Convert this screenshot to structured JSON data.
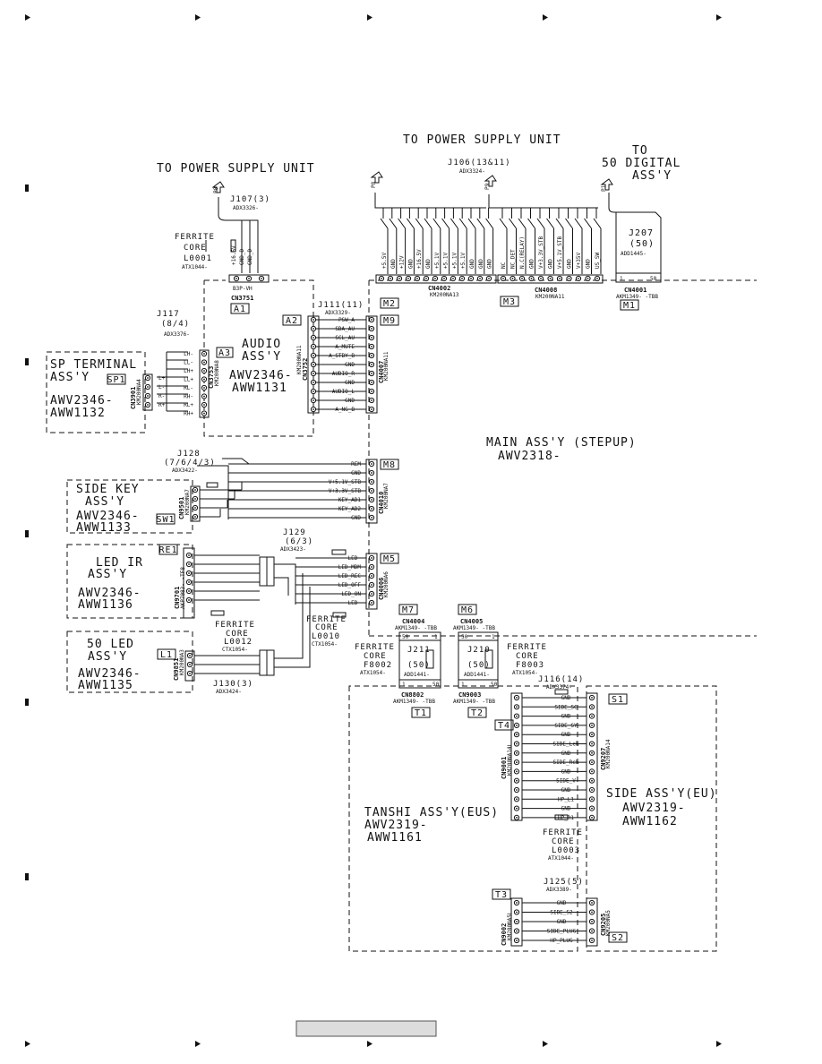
{
  "header": {
    "to_power_supply_1": "TO POWER SUPPLY UNIT",
    "to_power_supply_2": "TO POWER SUPPLY UNIT",
    "to_digital_1": "TO",
    "to_digital_2": "50 DIGITAL",
    "to_digital_3": "ASS'Y"
  },
  "cables": {
    "j107": "J107(3)",
    "j107_part": "ADX3326-",
    "j106": "J106(13&11)",
    "j106_part": "ADX3324-",
    "j207": "J207",
    "j207_n": "(50)",
    "j207_part": "ADD1445-",
    "j111": "J111(11)",
    "j111_part": "ADX3329-",
    "j117": "J117",
    "j117_n": "(8/4)",
    "j117_part": "ADX3376-",
    "j128": "J128",
    "j128_n": "(7/6/4/3)",
    "j128_part": "ADX3422-",
    "j129": "J129",
    "j129_n": "(6/3)",
    "j129_part": "ADX3423-",
    "j130": "J130(3)",
    "j130_part": "ADX3424-",
    "j211": "J211",
    "j211_n": "(50)",
    "j211_part": "ADD1441-",
    "j210": "J210",
    "j210_n": "(50)",
    "j210_part": "ADD1441-",
    "j116": "J116(14)",
    "j116_part": "ADX3374-",
    "j125": "J125(5)",
    "j125_part": "ADX3389-"
  },
  "ferrites": {
    "l0001": [
      "FERRITE",
      "CORE",
      "L0001",
      "ATX1044-"
    ],
    "l0012": [
      "FERRITE",
      "CORE",
      "L0012",
      "CTX1054-"
    ],
    "l0010": [
      "FERRITE",
      "CORE",
      "L0010",
      "CTX1054-"
    ],
    "f8002": [
      "FERRITE",
      "CORE",
      "F8002",
      "ATX1054-"
    ],
    "f8003": [
      "FERRITE",
      "CORE",
      "F8003",
      "ATX1054-"
    ],
    "l0003": [
      "FERRITE",
      "CORE",
      "L0003",
      "ATX1044-"
    ]
  },
  "connectors": {
    "cn3751": "CN3751",
    "cn3751_type": "B3P-VH",
    "cn4002": "CN4002",
    "cn4002_type": "KM200NA13",
    "cn4008": "CN4008",
    "cn4008_type": "KM200NA11",
    "cn4001": "CN4001",
    "cn4001_type": "AKM1349- -TBB",
    "cn3752": "CN3752",
    "cn3752_type": "KM200NA11",
    "cn4007": "CN4007",
    "cn4007_type": "KM200NA11",
    "cn3753": "CN3753",
    "cn3753_type": "KM200NA8",
    "cn3901": "CN3901",
    "cn3901_type": "KM200NA4",
    "cn9501": "CN9501",
    "cn9501_type": "KM200NA7",
    "cn4010": "CN4010",
    "cn4010_type": "KM200NA7",
    "cn9701": "CN9701",
    "cn9701_type": "AKP7083- -TF8",
    "cn4006": "CN4006",
    "cn4006_type": "KM200NA6",
    "cn9851": "CN9851",
    "cn9851_type": "KM200NA3",
    "cn4004": "CN4004",
    "cn4004_type": "AKM1349- -TBB",
    "cn4005": "CN4005",
    "cn4005_type": "AKM1349- -TBB",
    "cn8802": "CN8802",
    "cn8802_type": "AKM1349- -TBB",
    "cn9003": "CN9003",
    "cn9003_type": "AKM1349- -TBB",
    "cn9001": "CN9001",
    "cn9001_type": "KM200NA14L",
    "cn9207": "CN9207",
    "cn9207_type": "KM200NA14",
    "cn9002": "CN9002",
    "cn9002_type": "KM200NA5L",
    "cn9205": "CN9205",
    "cn9205_type": "KM200NA5"
  },
  "tags": {
    "a1": "A1",
    "a2": "A2",
    "a3": "A3",
    "m1": "M1",
    "m2": "M2",
    "m3": "M3",
    "m5": "M5",
    "m6": "M6",
    "m7": "M7",
    "m8": "M8",
    "m9": "M9",
    "sp1": "SP1",
    "sw1": "SW1",
    "re1": "RE1",
    "l1": "L1",
    "t1": "T1",
    "t2": "T2",
    "t3": "T3",
    "t4": "T4",
    "s1": "S1",
    "s2": "S2"
  },
  "assemblies": {
    "audio": [
      "AUDIO",
      "ASS'Y",
      "AWV2346-",
      "AWW1131"
    ],
    "sp_terminal": [
      "SP TERMINAL",
      "ASS'Y",
      "AWV2346-",
      "AWW1132"
    ],
    "side_key": [
      "SIDE KEY",
      "ASS'Y",
      "AWV2346-",
      "AWW1133"
    ],
    "led_ir": [
      "LED IR",
      "ASS'Y",
      "AWV2346-",
      "AWW1136"
    ],
    "led50": [
      "50 LED",
      "ASS'Y",
      "AWV2346-",
      "AWW1135"
    ],
    "main": [
      "MAIN ASS'Y (STEPUP)",
      "AWV2318-"
    ],
    "tanshi": [
      "TANSHI ASS'Y(EUS)",
      "AWV2319-",
      "AWW1161"
    ],
    "side": [
      "SIDE ASS'Y(EU)",
      "AWV2319-",
      "AWW1162"
    ]
  },
  "signals": {
    "j107": [
      "+16.5V",
      "GND_D",
      "GND_D"
    ],
    "cn4002": [
      "+5.5V",
      "GND",
      "+12V",
      "GND",
      "+16.5V",
      "GND",
      "+5.1V",
      "+5.1V",
      "+5.1V",
      "+5.1V",
      "GND",
      "GND",
      "GND"
    ],
    "cn4008": [
      "NC",
      "NC_DET",
      "N.C(RELAY)",
      "GND",
      "V+3.3V_STB",
      "GND",
      "V+5.1V_STB",
      "GND",
      "V+35V",
      "GND",
      "US_SW"
    ],
    "j111": [
      "PSW_A",
      "SDA_AU",
      "SCL_AU",
      "A_MUTE",
      "A_STBY_B",
      "GND",
      "AUDIO_R",
      "GND",
      "AUDIO_L",
      "GND",
      "A_NG_B"
    ],
    "j117": [
      "LH-",
      "LL-",
      "LH+",
      "LL+",
      "RL-",
      "RH-",
      "RL+",
      "RH+"
    ],
    "sp": [
      "L+",
      "L-",
      "R-",
      "R+"
    ],
    "j128": [
      "REM",
      "GND",
      "V+5.1V_STB",
      "V+3.3V_STB",
      "KEY_AD1",
      "KEY_AD2",
      "GND"
    ],
    "j129": [
      "LED-",
      "LED_MDM",
      "LED_REC",
      "LED_OFF",
      "LED_ON",
      "LED-"
    ],
    "j116": [
      "GND",
      "SIDE_SC",
      "GND",
      "SIDE_SY",
      "GND",
      "SIDE_Lch",
      "GND",
      "SIDE_Rch",
      "GND",
      "SIDE_V",
      "GND",
      "HP_L1",
      "GND",
      "HP_R1"
    ],
    "j125": [
      "GND",
      "SIDE_S2",
      "GND",
      "SIDE_PLUG",
      "HP_PLUG"
    ]
  },
  "plugs": {
    "p8a": "P8",
    "p8b": "P8",
    "p9": "P9",
    "p1": "P1"
  },
  "pin_marks": {
    "one": "1",
    "fifty": "50"
  }
}
